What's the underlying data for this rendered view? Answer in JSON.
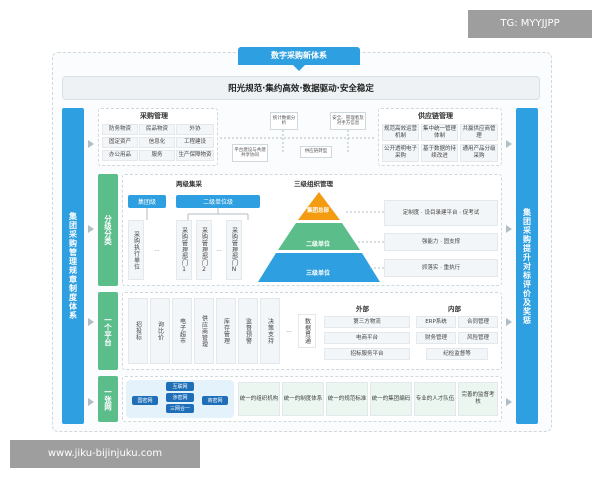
{
  "watermark_top": "TG: MYYJJPP",
  "watermark_bottom": "www.jiku-bijinjuku.com",
  "title": "数字采购新体系",
  "slogan": "阳光规范·集约高效·数据驱动·安全稳定",
  "left_bar": "集团采购管理规章制度体系",
  "right_bar": "集团采购提升对标评价及奖惩",
  "procurement": {
    "title": "采购管理",
    "items": [
      "防务物资",
      "民品物资",
      "外协",
      "固定资产",
      "信息化",
      "工程建设",
      "办公用品",
      "服务",
      "生产保障物资"
    ]
  },
  "middle_flow": {
    "boxes": [
      "统计数据分析",
      "安全、管理者及对手方信息",
      "平台建设与共建共享协同",
      "供应链转型"
    ]
  },
  "supply_chain": {
    "title": "供应链管理",
    "items": [
      "规范高效运营机制",
      "集中统一管理体制",
      "共赢供应商管理",
      "公开透明电子采购",
      "基于数据的持续改进",
      "通用产品分级采购"
    ]
  },
  "tier": {
    "label": "分级分类",
    "two_level": "两级集采",
    "group_level": "集团级",
    "second_level": "二级单位级",
    "exec_unit": "采购执行单位",
    "ellipsis": "…",
    "dept_1": "采购管理部门1",
    "dept_2": "采购管理部门2",
    "dept_n": "采购管理部门N",
    "three_level": "三级组织管理",
    "pyramid": [
      "集团总部",
      "二级单位",
      "三级单位"
    ],
    "notes": [
      "定制度 · 设目录建平台 · 促考试",
      "强能力 · 固支撑",
      "抓落实 · 重执行"
    ]
  },
  "platform": {
    "label": "一个平台",
    "modules": [
      "招投标",
      "询比价",
      "电子超市",
      "供应商管理",
      "库存管理",
      "监督预警",
      "决策支持"
    ],
    "ellipsis": "…",
    "data_link": "数据贯通",
    "external_title": "外部",
    "external": [
      "第三方物流",
      "电商平台",
      "招标服务平台"
    ],
    "internal_title": "内部",
    "internal": [
      "ERP系统",
      "合同管理",
      "财务管理",
      "风险管理",
      "纪检监督等"
    ]
  },
  "network": {
    "label": "一张网",
    "cloud": [
      "互联网",
      "国密网",
      "涉密网",
      "商密网",
      "三网合一"
    ],
    "unified": [
      "统一的组织机构",
      "统一的制度体系",
      "统一的规范标准",
      "统一的集团编码",
      "专业的人才队伍",
      "完善的监督考核"
    ]
  },
  "colors": {
    "primary": "#2e9fe0",
    "green": "#5bbd8a",
    "pyramid_top": "#f39c12",
    "pyramid_mid": "#5bbd8a",
    "pyramid_bottom": "#2e9fe0"
  }
}
